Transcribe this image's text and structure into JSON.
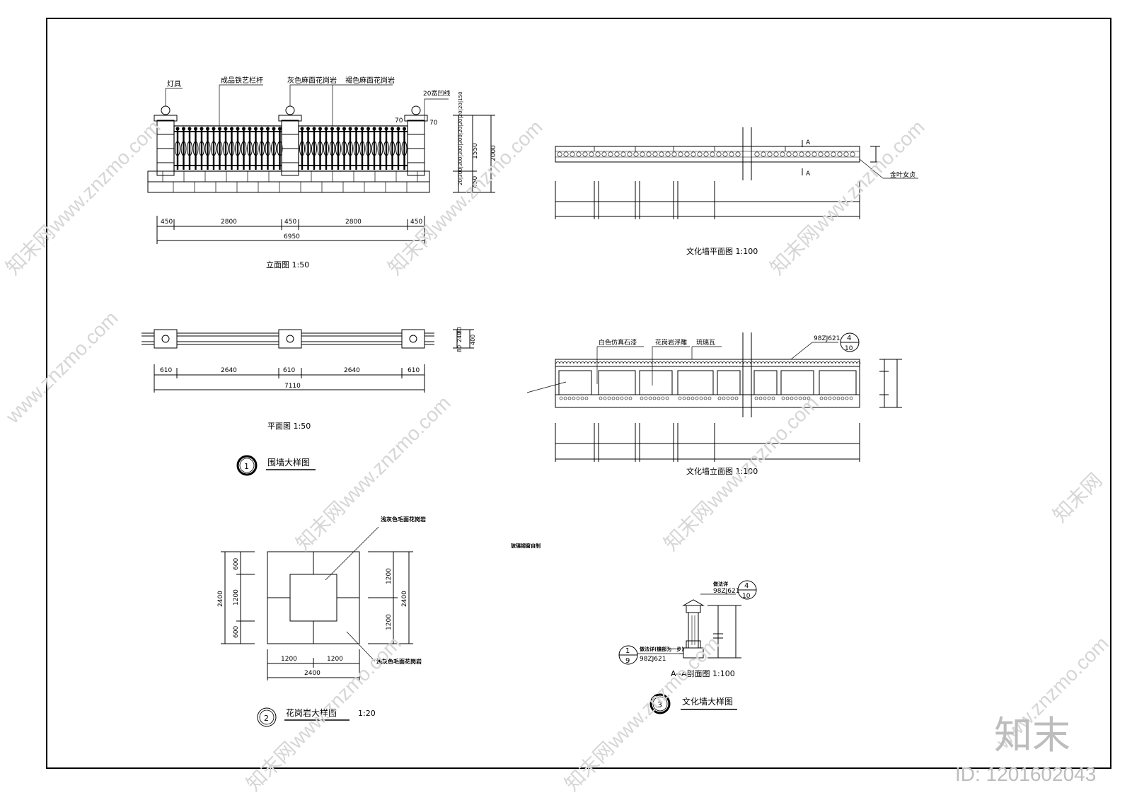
{
  "wall_detail": {
    "callouts": {
      "lamp": "灯具",
      "iron_railing": "成品铁艺栏杆",
      "grey_granite": "灰色麻面花岗岩",
      "brown_granite": "褐色麻面花岗岩",
      "groove": "20宽凹线"
    },
    "elevation_offsets": [
      "70",
      "70"
    ],
    "elevation_dims": [
      "450",
      "2800",
      "450",
      "2800",
      "450"
    ],
    "elevation_total": "6950",
    "height_dims": [
      "450",
      "1550",
      "2000"
    ],
    "height_stack": "20|300|300|300|300|20|20|20|20|150",
    "elevation_title": "立面图  1:50",
    "plan_dims": [
      "610",
      "2640",
      "610",
      "2640",
      "610"
    ],
    "plan_total": "7110",
    "plan_side_dims": [
      "80",
      "240",
      "80",
      "400"
    ],
    "plan_title": "平面图  1:50",
    "section_number": "1",
    "section_title": "围墙大样图"
  },
  "culture_wall": {
    "section_mark": "A",
    "plant_label": "金叶女贞",
    "plan_title": "文化墙平面图      1:100",
    "elev_callouts": {
      "paint": "白色仿真石漆",
      "relief": "花岗岩浮雕",
      "tile": "琉璃瓦",
      "ref": "98ZJ621"
    },
    "ref_num": "4",
    "ref_den": "10",
    "elevation_title": "文化墙立面图      1:100",
    "section_note": "玻璃钢窗自制",
    "aa_labels": {
      "top": "做法详",
      "ref_top": "98ZJ621",
      "bottom": "做法详(檐部为一步)",
      "ref_bottom": "98ZJ621"
    },
    "aa_ref_top": {
      "num": "4",
      "den": "10"
    },
    "aa_ref_bottom": {
      "num": "1",
      "den": "9"
    },
    "aa_title": "A--A剖面图      1:100",
    "detail_number": "3",
    "detail_title": "文化墙大样图"
  },
  "granite_detail": {
    "label": "浅灰色毛面花岗岩",
    "left_dims": [
      "600",
      "1200",
      "600"
    ],
    "left_total": "2400",
    "right_dims": [
      "1200",
      "1200"
    ],
    "right_total": "2400",
    "bottom_dims": [
      "1200",
      "1200"
    ],
    "bottom_total": "2400",
    "number": "2",
    "title": "花岗岩大样图",
    "scale": "1:20"
  },
  "watermark": {
    "url": "www.znzmo.com",
    "brand": "知末网",
    "logo": "知末",
    "id": "ID: 1201602043"
  }
}
